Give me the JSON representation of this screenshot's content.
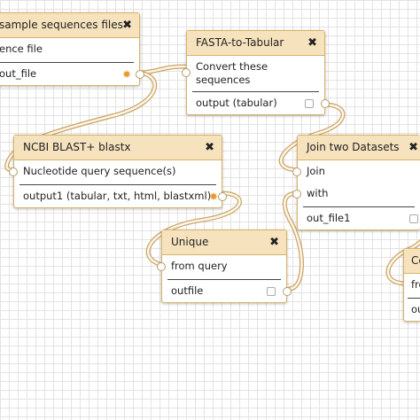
{
  "nodes": {
    "sample": {
      "title": "sample sequences files",
      "input": "ence file",
      "output": "out_file"
    },
    "fasta": {
      "title": "FASTA-to-Tabular",
      "input": "Convert these sequences",
      "output": "output (tabular)"
    },
    "blastx": {
      "title": "NCBI BLAST+ blastx",
      "input": "Nucleotide query sequence(s)",
      "output": "output1 (tabular, txt, html, blastxml)"
    },
    "join": {
      "title": "Join two Datasets",
      "inputs": [
        "Join",
        "with"
      ],
      "output": "out_file1"
    },
    "unique": {
      "title": "Unique",
      "input": "from query",
      "output": "outfile"
    },
    "cut": {
      "title": "Ce",
      "input": "fro",
      "output": "ou"
    }
  },
  "icons": {
    "close": "✖",
    "gear": "✸"
  },
  "colors": {
    "title_bg": "#f6e3be",
    "border": "#d8b365",
    "wire": "#d8b365",
    "grid": "#e3e3e3"
  }
}
